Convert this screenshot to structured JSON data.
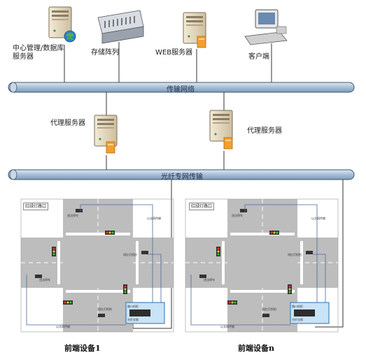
{
  "servers": {
    "center": "中心管理/数据库\n服务器",
    "storage": "存储阵列",
    "web": "WEB服务器",
    "client": "客户端"
  },
  "buses": {
    "transport": "传输网络",
    "fiber": "光纤专网传输"
  },
  "proxies": {
    "left": "代理服务器",
    "right": "代理服务器"
  },
  "intersections": {
    "left": {
      "corner_label": "红绿灯路口",
      "caption": "前端设备1",
      "tiny": [
        "违法停车",
        "闯红灯抓拍",
        "路口机柜",
        "光纤交换",
        "以太网传输",
        "以太网传输",
        "违法停车",
        "闯红灯抓拍"
      ]
    },
    "right": {
      "corner_label": "红绿灯路口",
      "caption": "前端设备n",
      "tiny": [
        "违法停车",
        "闯红灯抓拍",
        "路口机柜",
        "光纤交换",
        "以太网传输",
        "以太网传输",
        "违法停车",
        "闯红灯抓拍"
      ]
    }
  },
  "colors": {
    "bus_fill": "#a8bfd6",
    "bus_stroke": "#3c5470",
    "wire": "#4a6a9a",
    "road": "#b9b9b9",
    "cabinet": "#2b6fa8"
  }
}
